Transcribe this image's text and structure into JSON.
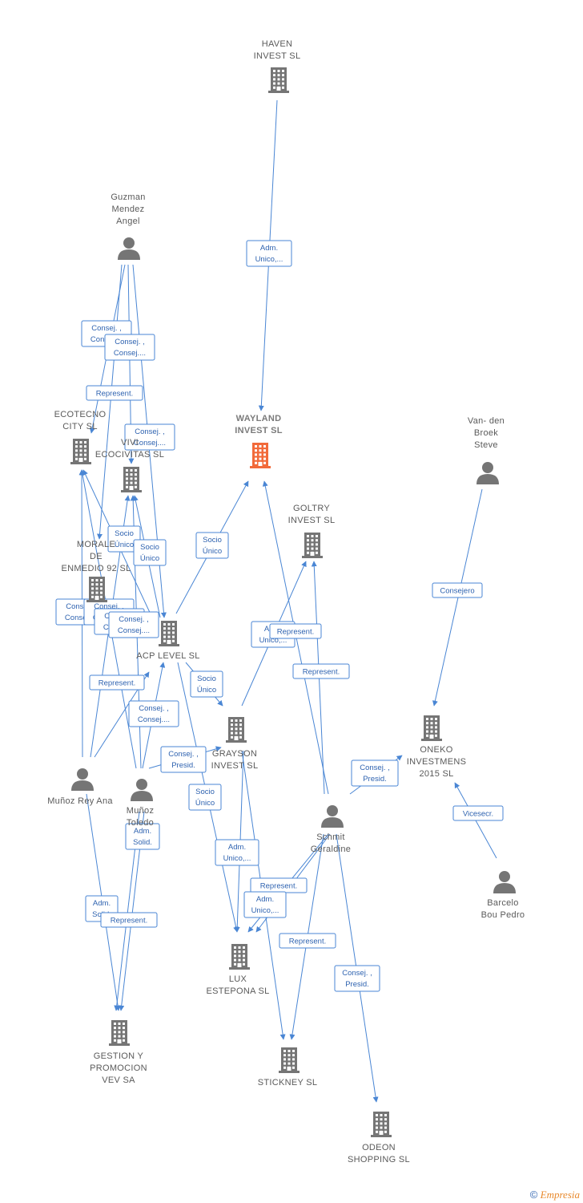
{
  "colors": {
    "edge": "#4a86d4",
    "company": "#757575",
    "focus_company": "#f26a3a",
    "person": "#757575"
  },
  "nodes": [
    {
      "id": "haven",
      "kind": "company",
      "label": [
        "HAVEN",
        "INVEST  SL"
      ]
    },
    {
      "id": "guzman",
      "kind": "person",
      "label": [
        "Guzman",
        "Mendez",
        "Angel"
      ]
    },
    {
      "id": "wayland",
      "kind": "company",
      "focus": true,
      "label": [
        "WAYLAND",
        "INVEST  SL"
      ]
    },
    {
      "id": "ecotecno",
      "kind": "company",
      "label": [
        "ECOTECNO",
        "CITY SL"
      ]
    },
    {
      "id": "vivi",
      "kind": "company",
      "label": [
        "VIVI",
        "ECOCIVITAS SL"
      ]
    },
    {
      "id": "vandenbroek",
      "kind": "person",
      "label": [
        "Van- den",
        "Broek",
        "Steve"
      ]
    },
    {
      "id": "goltry",
      "kind": "company",
      "label": [
        "GOLTRY",
        "INVEST  SL"
      ]
    },
    {
      "id": "morales",
      "kind": "company",
      "label": [
        "MORALE",
        "DE",
        "ENMEDIO 92 SL"
      ]
    },
    {
      "id": "acp",
      "kind": "company",
      "label": [
        "ACP LEVEL  SL"
      ]
    },
    {
      "id": "oneko",
      "kind": "company",
      "label": [
        "ONEKO",
        "INVESTMENS",
        "2015  SL"
      ]
    },
    {
      "id": "grayson",
      "kind": "company",
      "label": [
        "GRAYSON",
        "INVEST  SL"
      ]
    },
    {
      "id": "munozrey",
      "kind": "person",
      "label": [
        "Muñoz Rey Ana"
      ]
    },
    {
      "id": "munoztoledo",
      "kind": "person",
      "label": [
        "Muñoz",
        "Toledo"
      ]
    },
    {
      "id": "schmit",
      "kind": "person",
      "label": [
        "Schmit",
        "Geraldine"
      ]
    },
    {
      "id": "barcelo",
      "kind": "person",
      "label": [
        "Barcelo",
        "Bou Pedro"
      ]
    },
    {
      "id": "lux",
      "kind": "company",
      "label": [
        "LUX",
        "ESTEPONA  SL"
      ]
    },
    {
      "id": "gestion",
      "kind": "company",
      "label": [
        "GESTION Y",
        "PROMOCION",
        "VEV SA"
      ]
    },
    {
      "id": "stickney",
      "kind": "company",
      "label": [
        "STICKNEY  SL"
      ]
    },
    {
      "id": "odeon",
      "kind": "company",
      "label": [
        "ODEON",
        "SHOPPING SL"
      ]
    }
  ],
  "edges": [
    {
      "from": "haven",
      "to": "wayland",
      "label": [
        "Adm.",
        "Unico,..."
      ]
    },
    {
      "from": "guzman",
      "to": "ecotecno",
      "label": [
        "Consej. ,",
        "Consej...."
      ]
    },
    {
      "from": "guzman",
      "to": "vivi",
      "label": [
        "Consej. ,",
        "Consej...."
      ]
    },
    {
      "from": "guzman",
      "to": "morales",
      "label": [
        "Represent."
      ]
    },
    {
      "from": "guzman",
      "to": "acp",
      "label": [
        "Consej. ,",
        "Consej...."
      ]
    },
    {
      "from": "acp",
      "to": "wayland",
      "label": [
        "Socio",
        "Único"
      ]
    },
    {
      "from": "acp",
      "to": "vivi",
      "label": [
        "Socio",
        "Único"
      ]
    },
    {
      "from": "acp",
      "to": "ecotecno",
      "label": [
        "Socio",
        "Único"
      ]
    },
    {
      "from": "acp",
      "to": "grayson",
      "label": [
        "Socio",
        "Único"
      ]
    },
    {
      "from": "acp",
      "to": "lux",
      "label": [
        "Socio",
        "Único"
      ]
    },
    {
      "from": "vandenbroek",
      "to": "oneko",
      "label": [
        "Consejero"
      ]
    },
    {
      "from": "grayson",
      "to": "goltry",
      "label": [
        "Adm.",
        "Unico,..."
      ]
    },
    {
      "from": "schmit",
      "to": "wayland",
      "label": [
        "Represent."
      ]
    },
    {
      "from": "schmit",
      "to": "goltry",
      "label": [
        "Represent."
      ]
    },
    {
      "from": "schmit",
      "to": "oneko",
      "label": [
        "Consej. ,",
        "Presid."
      ]
    },
    {
      "from": "barcelo",
      "to": "oneko",
      "label": [
        "Vicesecr."
      ]
    },
    {
      "from": "munozrey",
      "to": "ecotecno",
      "label": [
        "Consej. ,",
        "Consej...."
      ]
    },
    {
      "from": "munozrey",
      "to": "vivi",
      "label": [
        "Consej. ,",
        "Consej...."
      ]
    },
    {
      "from": "munozrey",
      "to": "acp",
      "label": [
        "Represent."
      ]
    },
    {
      "from": "munozrey",
      "to": "gestion",
      "label": [
        "Adm.",
        "Solid."
      ]
    },
    {
      "from": "munoztoledo",
      "to": "ecotecno",
      "label": [
        "Consej. ,",
        "Consej...."
      ]
    },
    {
      "from": "munoztoledo",
      "to": "vivi",
      "label": [
        "Consej. ,",
        "Consej...."
      ]
    },
    {
      "from": "munoztoledo",
      "to": "acp",
      "label": [
        "Consej. ,",
        "Consej...."
      ]
    },
    {
      "from": "munoztoledo",
      "to": "gestion",
      "label": [
        "Adm.",
        "Solid."
      ]
    },
    {
      "from": "munoztoledo",
      "to": "gestion",
      "label": [
        "Represent."
      ]
    },
    {
      "from": "munoztoledo",
      "to": "grayson",
      "label": [
        "Consej. ,",
        "Presid."
      ]
    },
    {
      "from": "grayson",
      "to": "lux",
      "label": [
        "Adm.",
        "Unico,..."
      ]
    },
    {
      "from": "schmit",
      "to": "lux",
      "label": [
        "Represent."
      ]
    },
    {
      "from": "schmit",
      "to": "lux",
      "label": [
        "Adm.",
        "Unico,..."
      ]
    },
    {
      "from": "schmit",
      "to": "stickney",
      "label": [
        "Represent."
      ]
    },
    {
      "from": "grayson",
      "to": "stickney",
      "label": [
        "Socio",
        "Único"
      ]
    },
    {
      "from": "schmit",
      "to": "odeon",
      "label": [
        "Consej. ,",
        "Presid."
      ]
    }
  ],
  "footer": {
    "copyright": "©",
    "brand": "Empresia"
  }
}
